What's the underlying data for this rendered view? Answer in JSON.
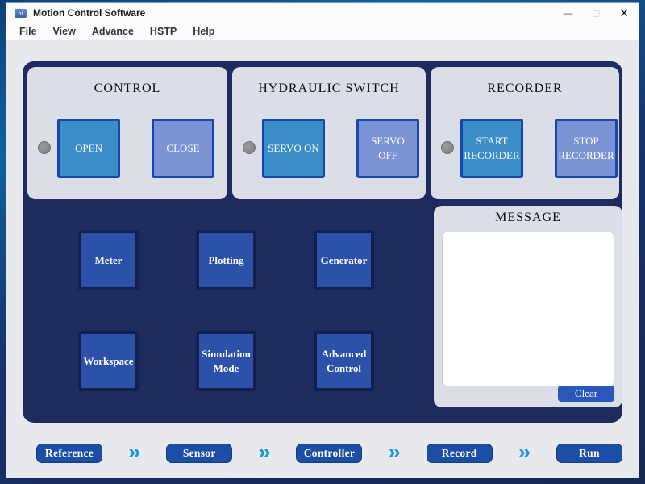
{
  "colors": {
    "frame_blue": "#12518d",
    "panel_navy": "#1d2b5f",
    "groupbox_gray": "#dbdee7",
    "button_primary": "#3b8ec5",
    "button_secondary": "#7b93d4",
    "button_border": "#1747ae",
    "app_button": "#2b51a9",
    "flow_button": "#1c4ea6",
    "chevron_blue": "#1e96dc",
    "clear_button": "#2b57ba",
    "led_gray": "#8d9094"
  },
  "window": {
    "title": "Motion Control Software",
    "controls": {
      "minimize": "—",
      "maximize": "□",
      "close": "✕"
    }
  },
  "menu": {
    "items": [
      "File",
      "View",
      "Advance",
      "HSTP",
      "Help"
    ]
  },
  "groups": [
    {
      "title": "CONTROL",
      "buttons": [
        {
          "label": "OPEN"
        },
        {
          "label": "CLOSE"
        }
      ]
    },
    {
      "title": "HYDRAULIC SWITCH",
      "buttons": [
        {
          "label": "SERVO ON"
        },
        {
          "label": "SERVO OFF"
        }
      ]
    },
    {
      "title": "RECORDER",
      "buttons": [
        {
          "label": "START RECORDER"
        },
        {
          "label": "STOP RECORDER"
        }
      ]
    }
  ],
  "app_buttons": [
    "Meter",
    "Plotting",
    "Generator",
    "Workspace",
    "Simulation Mode",
    "Advanced Control"
  ],
  "message": {
    "title": "MESSAGE",
    "content": "",
    "clear_label": "Clear"
  },
  "flow": {
    "separator": "»",
    "steps": [
      "Reference",
      "Sensor",
      "Controller",
      "Record",
      "Run"
    ]
  }
}
